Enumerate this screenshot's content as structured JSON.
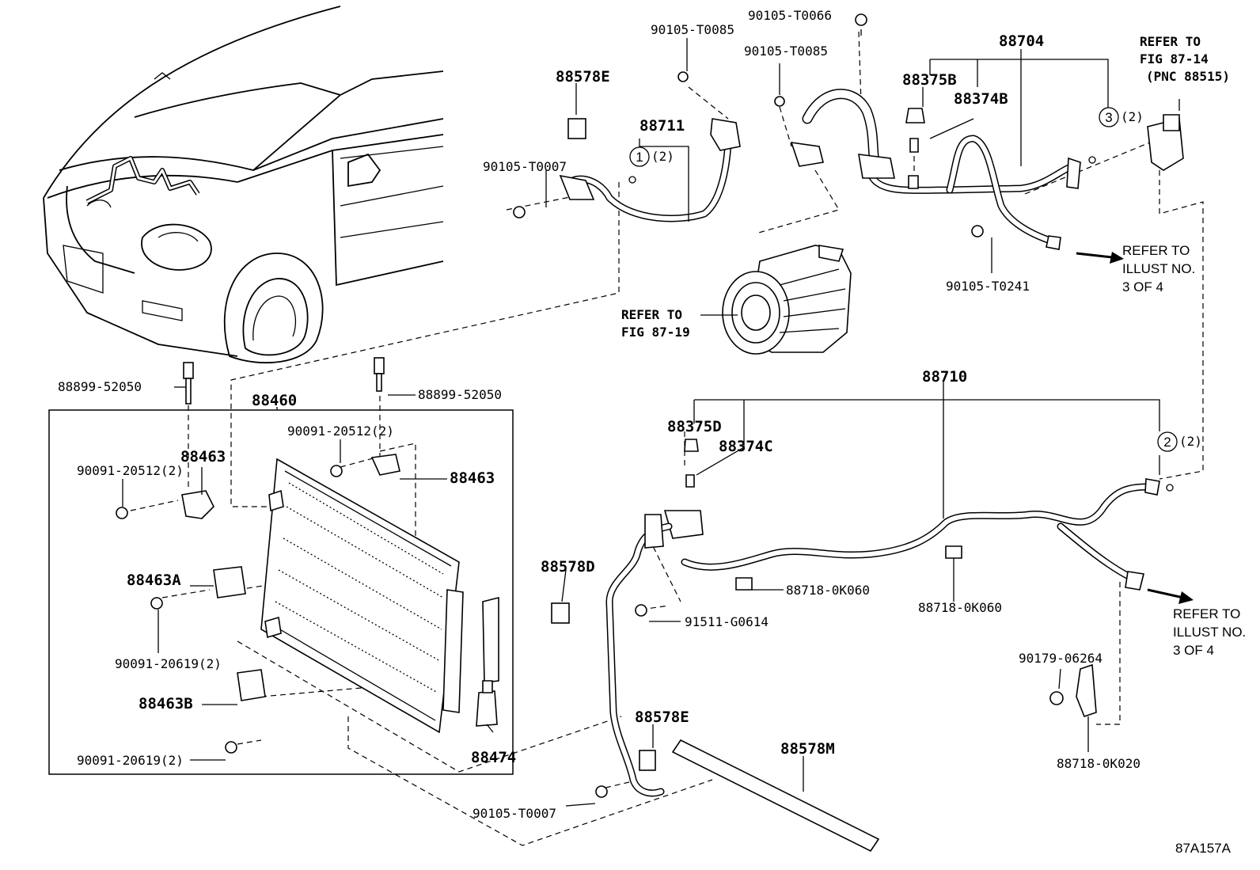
{
  "figure_code": "87A157A",
  "labels": {
    "p90105_T0066": "90105-T0066",
    "p90105_T0085_a": "90105-T0085",
    "p90105_T0085_b": "90105-T0085",
    "p88704": "88704",
    "refer_fig_87_14_line1": "REFER TO",
    "refer_fig_87_14_line2": "FIG 87-14",
    "refer_fig_87_14_line3": "(PNC 88515)",
    "p88578E_top": "88578E",
    "p88375B": "88375B",
    "p88374B": "88374B",
    "p88711": "88711",
    "circle1": "1",
    "circle1_qty": "(2)",
    "circle3": "3",
    "circle3_qty": "(2)",
    "p90105_T0007_top": "90105-T0007",
    "refer_illust_a_line1": "REFER TO",
    "refer_illust_a_line2": "ILLUST NO.",
    "refer_illust_a_line3": "3 OF 4",
    "p90105_T0241": "90105-T0241",
    "refer_fig_87_19_line1": "REFER TO",
    "refer_fig_87_19_line2": "FIG 87-19",
    "p88710": "88710",
    "p88899_52050_left": "88899-52050",
    "p88899_52050_right": "88899-52050",
    "p88460": "88460",
    "p88375D": "88375D",
    "p88374C": "88374C",
    "p90091_20512_top": "90091-20512(2)",
    "p88463_left": "88463",
    "p90091_20512_left": "90091-20512(2)",
    "p88463_right": "88463",
    "circle2": "2",
    "circle2_qty": "(2)",
    "p88578D": "88578D",
    "p88463A": "88463A",
    "p88718_0K060_a": "88718-0K060",
    "p88718_0K060_b": "88718-0K060",
    "p91511_G0614": "91511-G0614",
    "refer_illust_b_line1": "REFER TO",
    "refer_illust_b_line2": "ILLUST NO.",
    "refer_illust_b_line3": "3 OF 4",
    "p90091_20619_a": "90091-20619(2)",
    "p90179_06264": "90179-06264",
    "p88463B": "88463B",
    "p88578E_bottom": "88578E",
    "p88474": "88474",
    "p88718_0K020": "88718-0K020",
    "p90091_20619_b": "90091-20619(2)",
    "p88578M": "88578M",
    "p90105_T0007_bottom": "90105-T0007"
  }
}
